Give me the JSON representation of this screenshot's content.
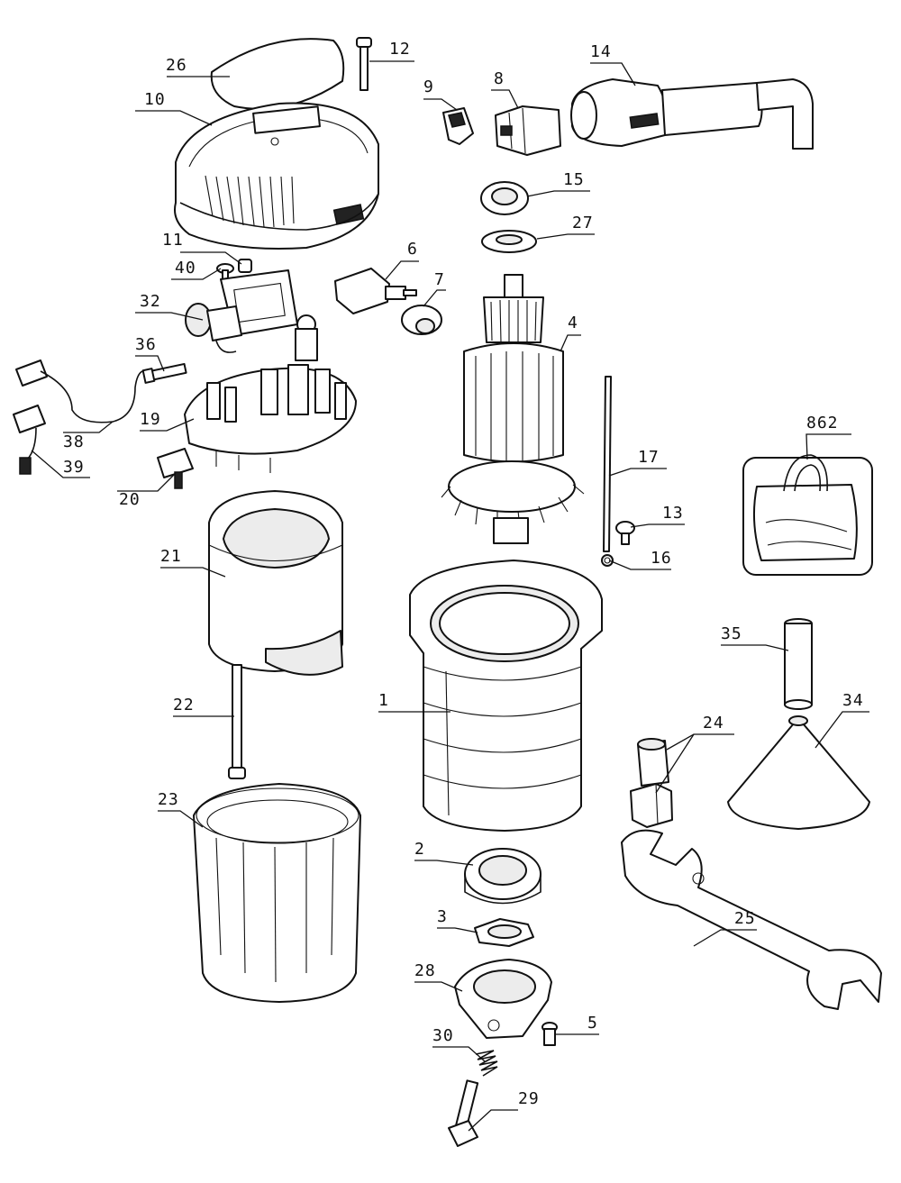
{
  "labels": {
    "p1": "1",
    "p2": "2",
    "p3": "3",
    "p4": "4",
    "p5": "5",
    "p6": "6",
    "p7": "7",
    "p8": "8",
    "p9": "9",
    "p10": "10",
    "p11": "11",
    "p12": "12",
    "p13": "13",
    "p14": "14",
    "p15": "15",
    "p16": "16",
    "p17": "17",
    "p19": "19",
    "p20": "20",
    "p21": "21",
    "p22": "22",
    "p23": "23",
    "p24": "24",
    "p25": "25",
    "p26": "26",
    "p27": "27",
    "p28": "28",
    "p29": "29",
    "p30": "30",
    "p32": "32",
    "p34": "34",
    "p35": "35",
    "p36": "36",
    "p38": "38",
    "p39": "39",
    "p40": "40",
    "p862": "862"
  }
}
